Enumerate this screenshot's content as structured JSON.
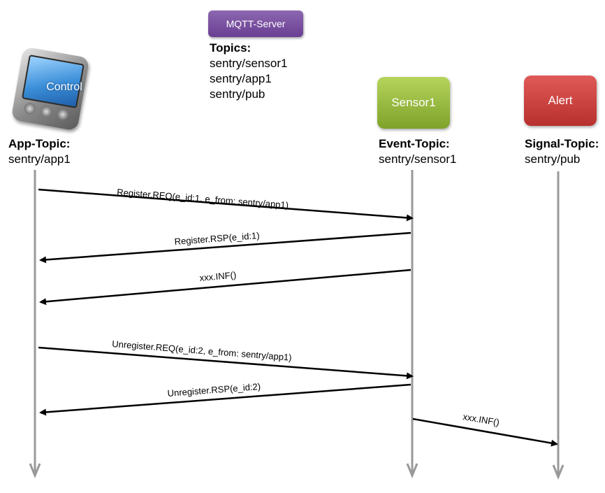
{
  "server": {
    "label": "MQTT-Server",
    "topics_title": "Topics:",
    "topics": [
      "sentry/sensor1",
      "sentry/app1",
      "sentry/pub"
    ]
  },
  "participants": {
    "control": {
      "label": "Control",
      "topic_title": "App-Topic:",
      "topic": "sentry/app1"
    },
    "sensor": {
      "label": "Sensor1",
      "topic_title": "Event-Topic:",
      "topic": "sentry/sensor1"
    },
    "alert": {
      "label": "Alert",
      "topic_title": "Signal-Topic:",
      "topic": "sentry/pub"
    }
  },
  "messages": [
    {
      "label": "Register.REQ(e_id:1, e_from: sentry/app1)",
      "from": "control",
      "to": "sensor"
    },
    {
      "label": "Register.RSP(e_id:1)",
      "from": "sensor",
      "to": "control"
    },
    {
      "label": "xxx.INF()",
      "from": "sensor",
      "to": "control"
    },
    {
      "label": "Unregister.REQ(e_id:2, e_from: sentry/app1)",
      "from": "control",
      "to": "sensor"
    },
    {
      "label": "Unregister.RSP(e_id:2)",
      "from": "sensor",
      "to": "control"
    },
    {
      "label": "xxx.INF()",
      "from": "sensor",
      "to": "alert"
    }
  ],
  "colors": {
    "server": "#7a52a3",
    "sensor": "#94b93c",
    "alert": "#c9403e",
    "lifeline": "#999999"
  }
}
